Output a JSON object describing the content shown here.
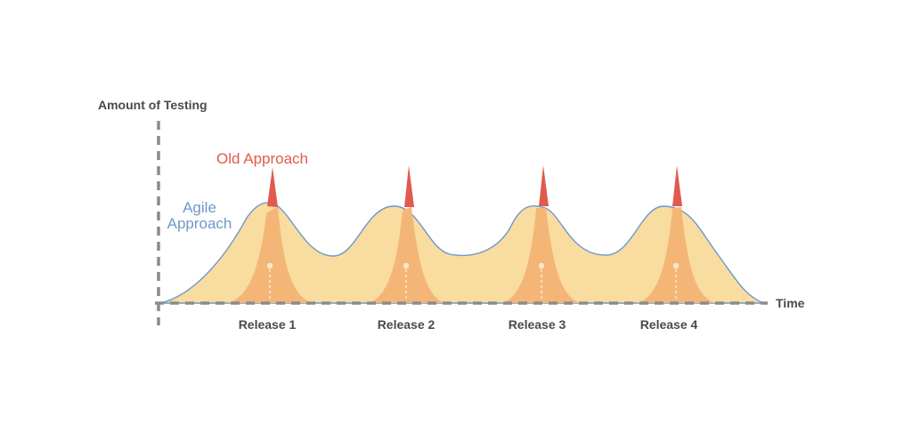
{
  "diagram": {
    "y_axis_label": "Amount of Testing",
    "x_axis_label": "Time",
    "old_approach_label": "Old Approach",
    "agile_approach_label_line1": "Agile",
    "agile_approach_label_line2": "Approach",
    "releases": [
      "Release 1",
      "Release 2",
      "Release 3",
      "Release 4"
    ]
  },
  "colors": {
    "axis": "#8c8c8c",
    "label_text": "#4a4a4a",
    "old_approach": "#e05a4e",
    "agile_approach": "#6f98c9",
    "agile_fill": "#f9dc9f",
    "release_fill": "#f4b676",
    "marker": "#fbe8c6"
  }
}
